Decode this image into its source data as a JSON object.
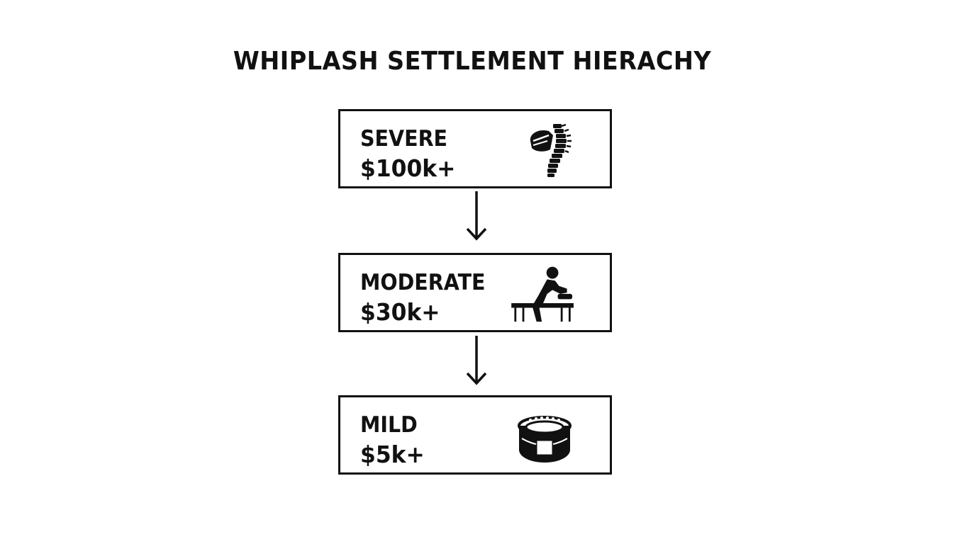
{
  "title": "WHIPLASH SETTLEMENT HIERACHY",
  "tiers": [
    {
      "label": "SEVERE",
      "value": "$100k+",
      "icon": "spine-icon"
    },
    {
      "label": "MODERATE",
      "value": "$30k+",
      "icon": "physical-therapy-icon"
    },
    {
      "label": "MILD",
      "value": "$5k+",
      "icon": "neck-brace-icon"
    }
  ],
  "colors": {
    "ink": "#111111",
    "background": "#ffffff"
  }
}
